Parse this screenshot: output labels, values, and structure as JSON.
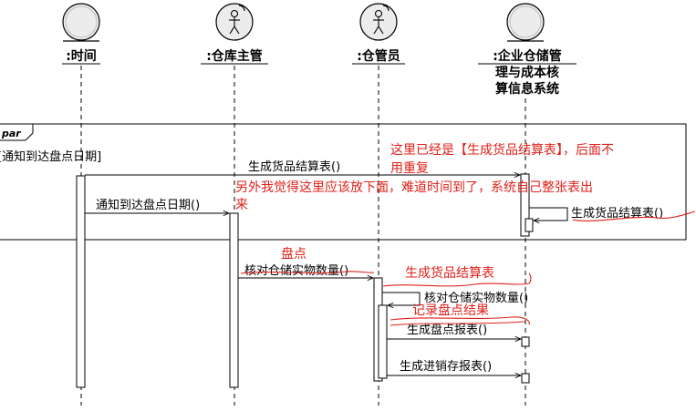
{
  "lifelines": {
    "time": "时间",
    "warehouse_manager": "仓库主管",
    "warehouse_keeper": "仓管员",
    "system_line1": "企业仓储管",
    "system_line2": "理与成本核",
    "system_line3": "算信息系统",
    "prefix": ":"
  },
  "fragment": {
    "keyword": "par",
    "guard": "[通知到达盘点日期]"
  },
  "messages": {
    "m1": "生成货品结算表()",
    "m2": "通知到达盘点日期()",
    "m3": "生成货品结算表()",
    "m4": "核对仓储实物数量()",
    "m5": "核对仓储实物数量()",
    "m6": "生成盘点报表()",
    "m7": "生成进销存报表()"
  },
  "annotations": {
    "a1_line1": "这里已经是【生成货品结算表】，后面不",
    "a1_line2": "用重复",
    "a2_line1": "另外我觉得这里应该放下面，难道时间到了，系统自己整张表出",
    "a2_line2": "来",
    "a3": "盘点",
    "a4": "生成货品结算表",
    "a5": "记录盘点结果"
  },
  "colors": {
    "line": "#000000",
    "annotation": "#e0201a"
  }
}
